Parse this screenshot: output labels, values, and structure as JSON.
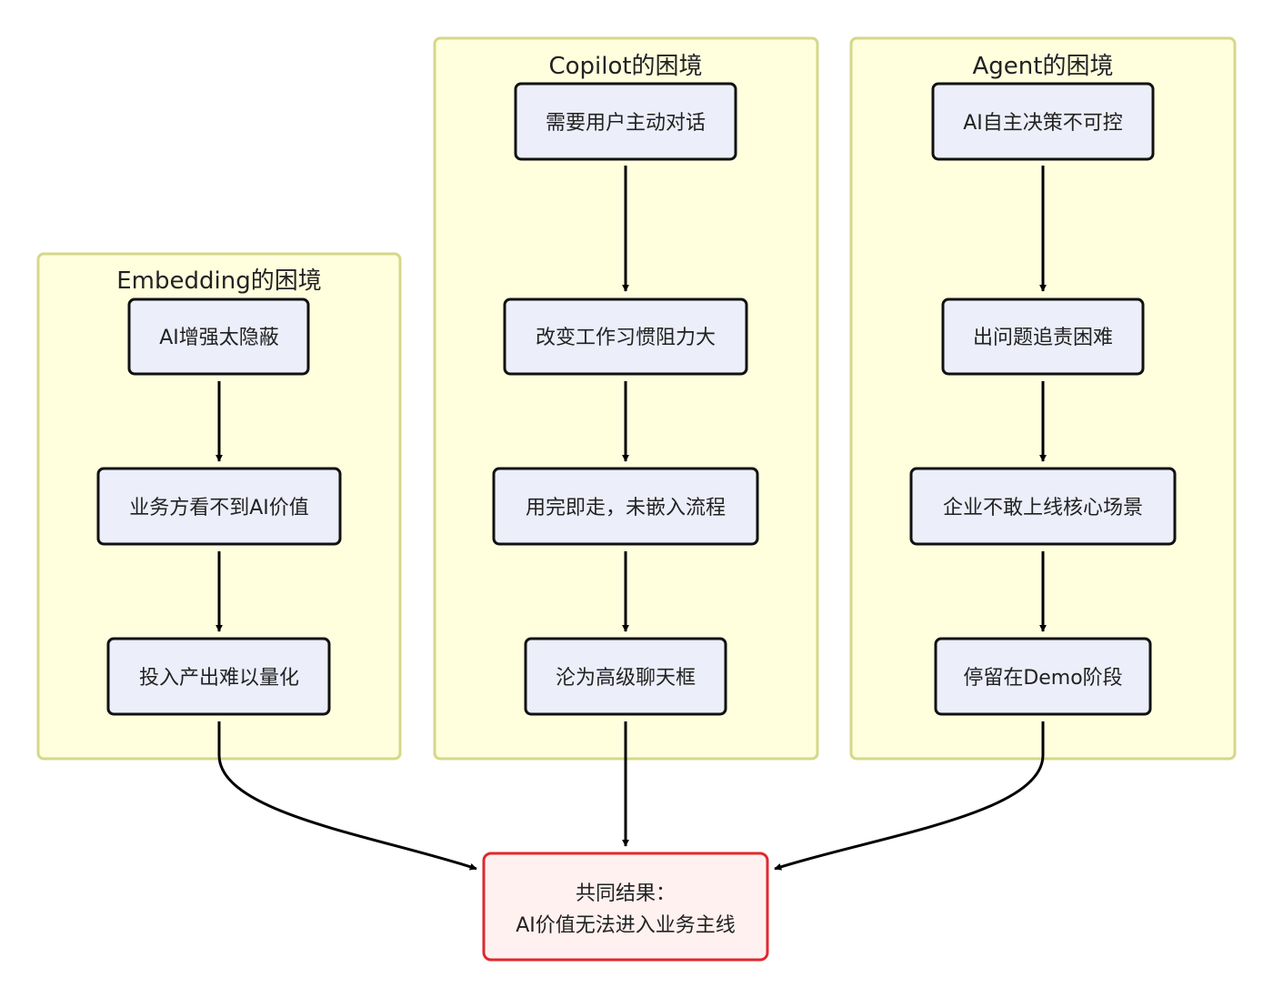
{
  "groups": {
    "embedding": {
      "title": "Embedding的困境",
      "nodes": [
        "AI增强太隐蔽",
        "业务方看不到AI价值",
        "投入产出难以量化"
      ]
    },
    "copilot": {
      "title": "Copilot的困境",
      "nodes": [
        "需要用户主动对话",
        "改变工作习惯阻力大",
        "用完即走，未嵌入流程",
        "沦为高级聊天框"
      ]
    },
    "agent": {
      "title": "Agent的困境",
      "nodes": [
        "AI自主决策不可控",
        "出问题追责困难",
        "企业不敢上线核心场景",
        "停留在Demo阶段"
      ]
    }
  },
  "result": {
    "line1": "共同结果：",
    "line2": "AI价值无法进入业务主线"
  },
  "colors": {
    "group_fill": "#ffffde",
    "group_stroke": "#d4d889",
    "node_fill": "#eceefa",
    "node_stroke": "#111111",
    "result_fill": "#fff1f0",
    "result_stroke": "#e0282e"
  }
}
